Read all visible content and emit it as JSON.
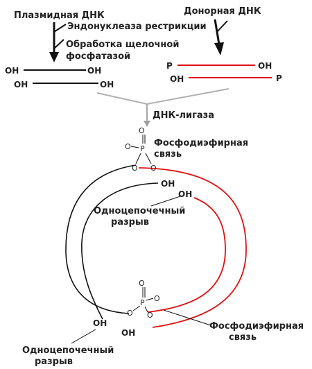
{
  "plasmid": {
    "title": "Плазмидная ДНК",
    "step1": "Эндонуклеаза рестрикции",
    "step2_line1": "Обработка щелочной",
    "step2_line2": "фосфатазой",
    "strand_top_left": "OH",
    "strand_top_right": "OH",
    "strand_bottom_left": "OH",
    "strand_bottom_right": "OH"
  },
  "donor": {
    "title": "Донорная ДНК",
    "strand_top_left": "P",
    "strand_top_right": "OH",
    "strand_bottom_left": "OH",
    "strand_bottom_right": "P"
  },
  "ligase": {
    "label": "ДНК-лигаза"
  },
  "top_phosphate": {
    "atom_o_top": "O",
    "atom_o_left": "O",
    "atom_p": "P",
    "atom_o_bottom_left": "O",
    "atom_o_bottom_right": "O",
    "label_line1": "Фосфодиэфирная",
    "label_line2": "связь"
  },
  "ring": {
    "oh_inner_top_left": "OH",
    "oh_inner_top_right": "OH",
    "nick_top_line1": "Одноцепочечный",
    "nick_top_line2": "разрыв",
    "oh_bottom_left": "OH",
    "oh_bottom_right": "OH",
    "nick_bottom_line1": "Одноцепочечный",
    "nick_bottom_line2": "разрыв"
  },
  "bottom_phosphate": {
    "atom_o_top": "O",
    "atom_p": "P",
    "atom_o_right": "O",
    "atom_o_left": "O",
    "atom_o_bottom": "O",
    "label_line1": "Фосфодиэфирная",
    "label_line2": "связь"
  },
  "colors": {
    "black_strand": "#111111",
    "red_strand": "#e01010",
    "arrow_gray": "#b0b0b0"
  }
}
